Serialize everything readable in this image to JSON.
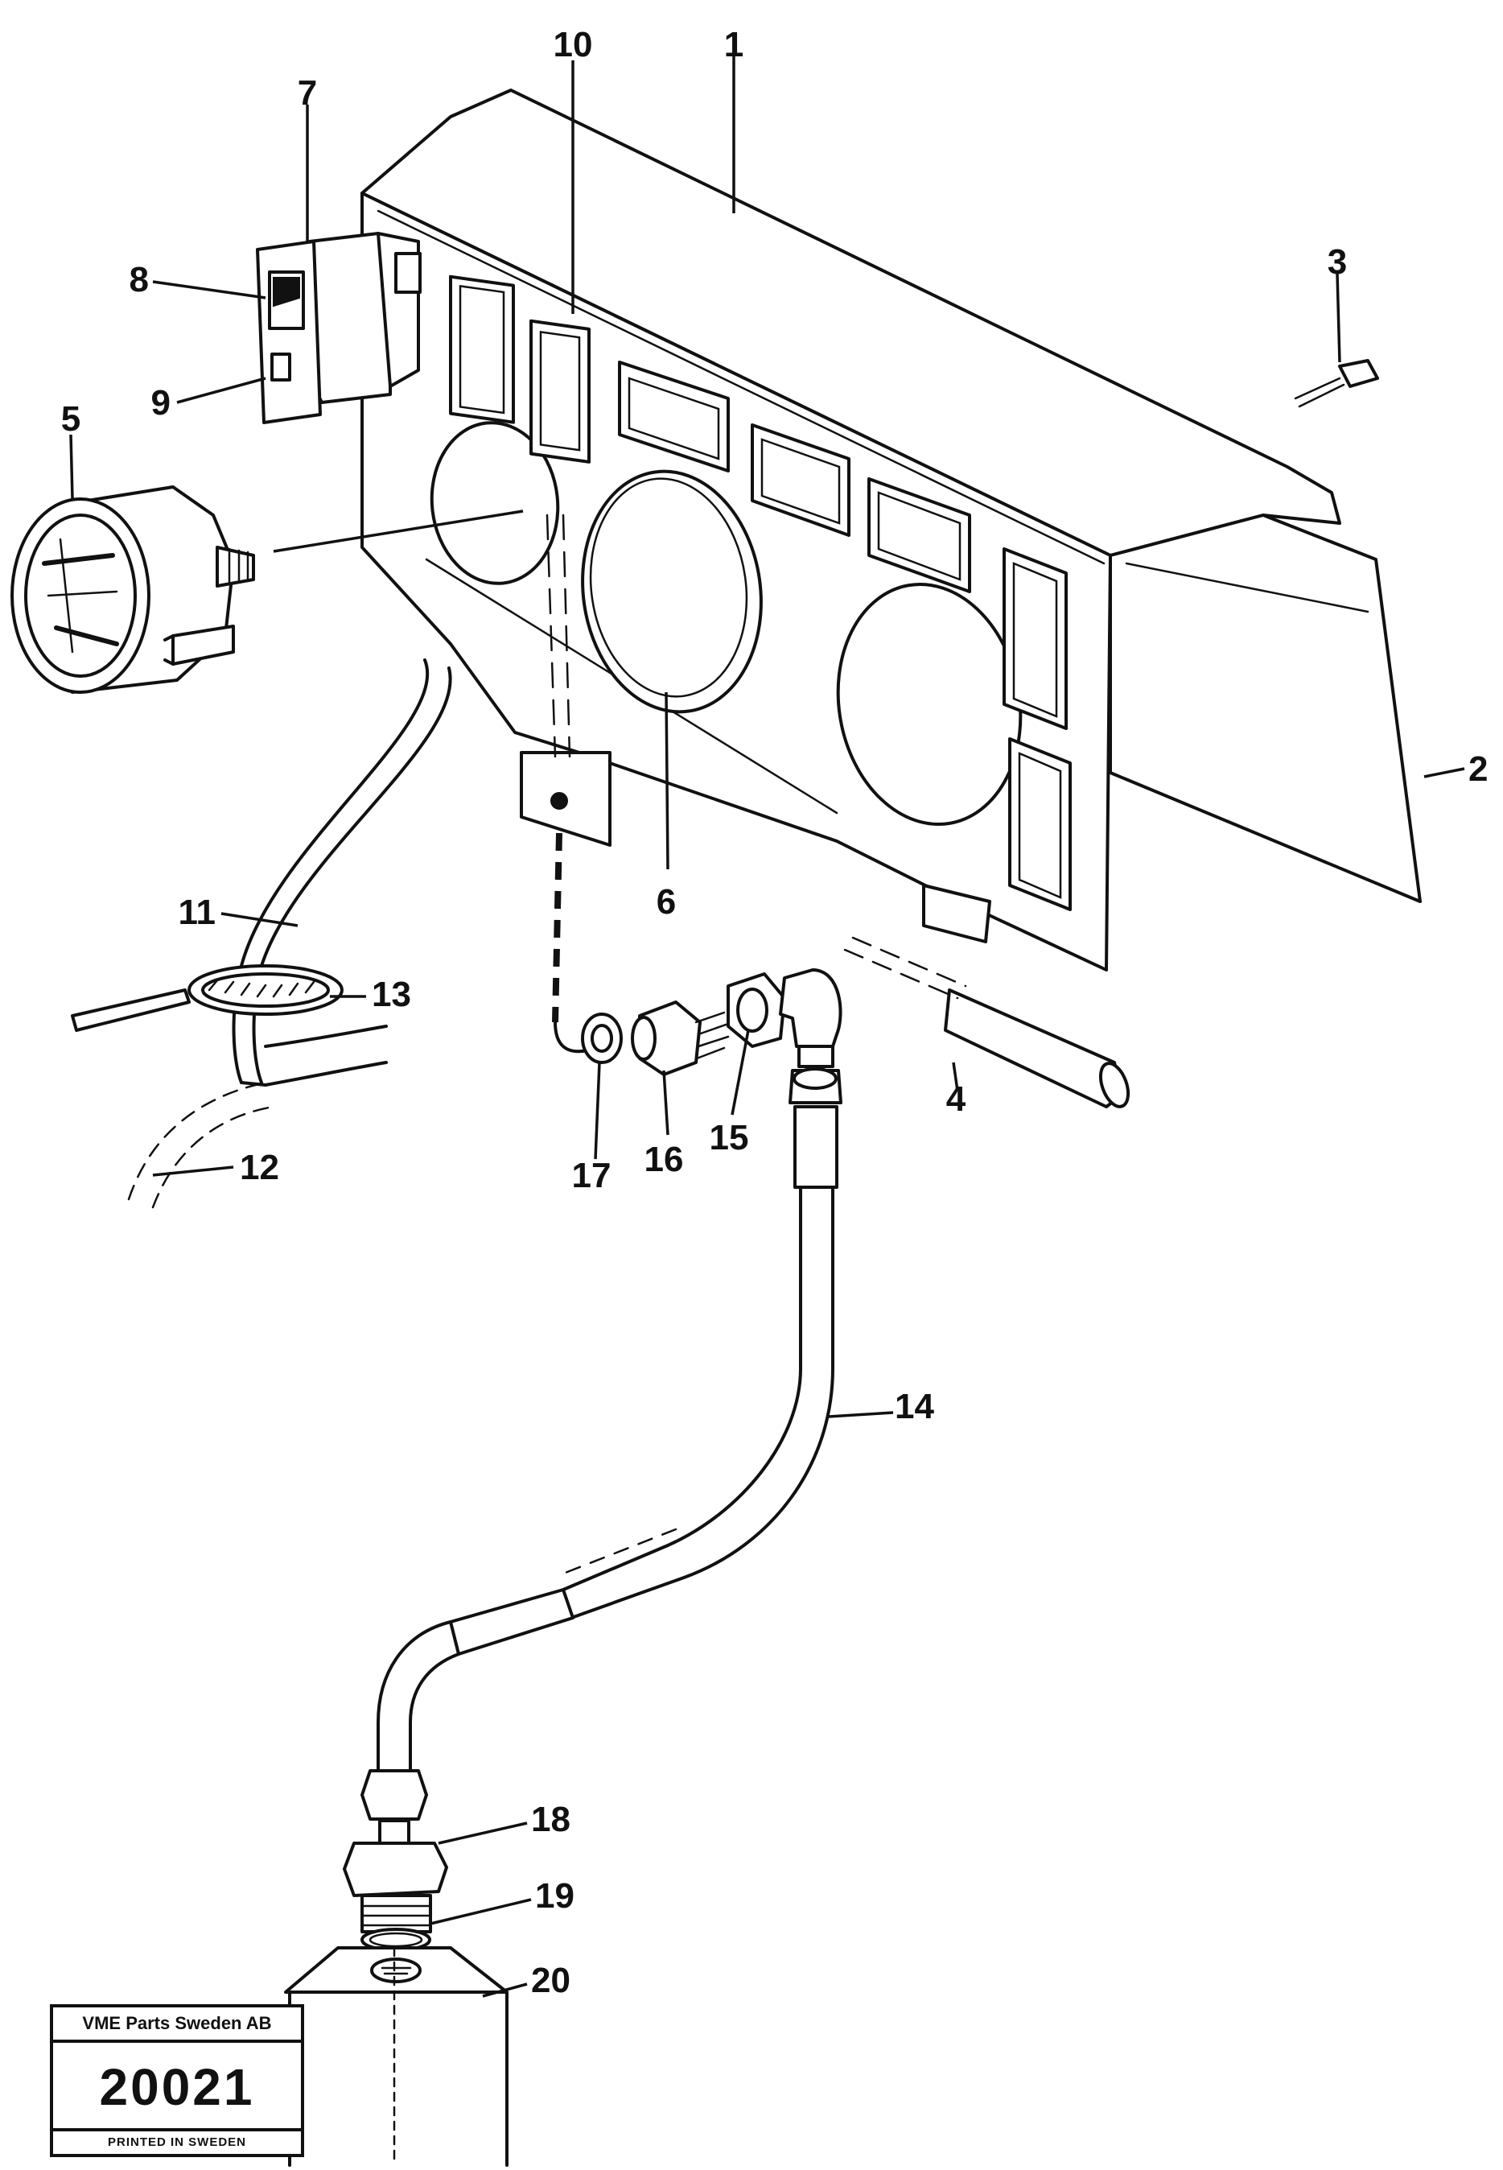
{
  "callouts": {
    "c1": "1",
    "c2": "2",
    "c3": "3",
    "c4": "4",
    "c5": "5",
    "c6": "6",
    "c7": "7",
    "c8": "8",
    "c9": "9",
    "c10": "10",
    "c11": "11",
    "c12": "12",
    "c13": "13",
    "c14": "14",
    "c15": "15",
    "c16": "16",
    "c17": "17",
    "c18": "18",
    "c19": "19",
    "c20": "20"
  },
  "stamp": {
    "company": "VME Parts Sweden AB",
    "number": "20021",
    "printed": "PRINTED IN SWEDEN"
  }
}
